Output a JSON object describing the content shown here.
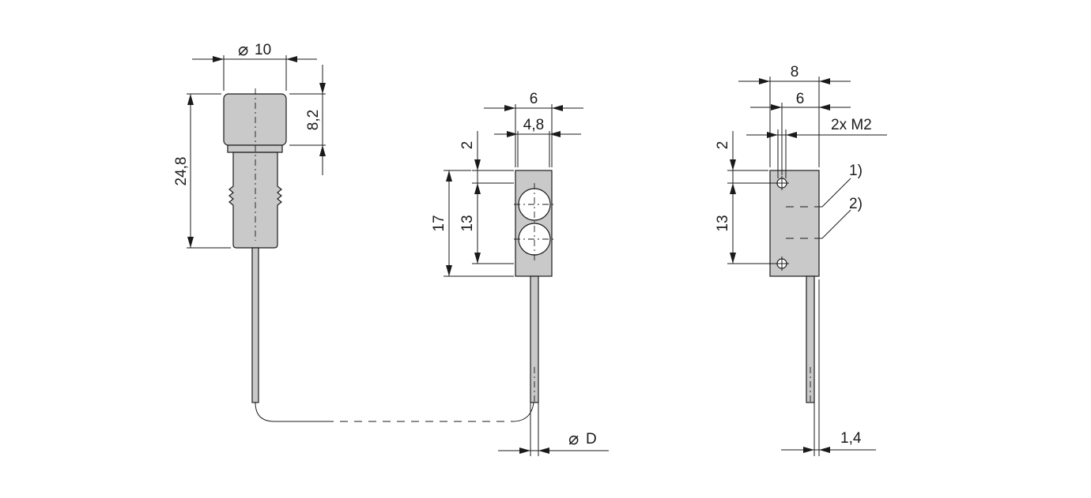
{
  "view_left": {
    "dim_diameter_value": "10",
    "dim_cap_height": "8,2",
    "dim_total_height": "24,8"
  },
  "view_middle": {
    "dim_width_outer": "6",
    "dim_width_inner": "4,8",
    "dim_top_offset": "2",
    "dim_height_total": "17",
    "dim_lens_spacing": "13",
    "dim_cable_diameter_label": "D"
  },
  "view_right": {
    "dim_width_outer": "8",
    "dim_width_inner": "6",
    "dim_thread": "2x M2",
    "dim_top_offset": "2",
    "dim_hole_spacing": "13",
    "callout_1": "1)",
    "callout_2": "2)",
    "dim_cable_offset": "1,4"
  }
}
